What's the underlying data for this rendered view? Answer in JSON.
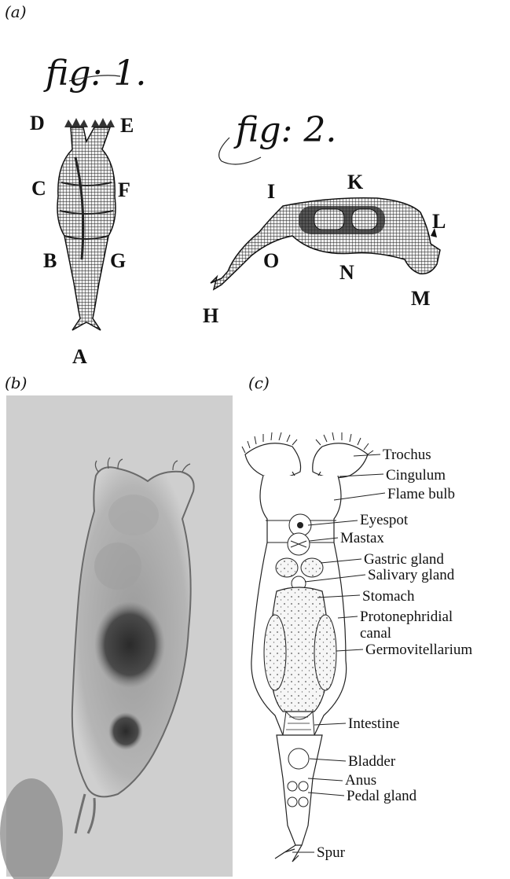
{
  "panels": {
    "a": {
      "letter": "(a)",
      "fig1": {
        "title": "fig: 1.",
        "letters": [
          "D",
          "E",
          "C",
          "F",
          "B",
          "G",
          "A"
        ]
      },
      "fig2": {
        "title": "fig: 2.",
        "letters": [
          "I",
          "K",
          "L",
          "O",
          "N",
          "H",
          "M"
        ]
      }
    },
    "b": {
      "letter": "(b)"
    },
    "c": {
      "letter": "(c)",
      "labels": [
        "Trochus",
        "Cingulum",
        "Flame bulb",
        "Eyespot",
        "Mastax",
        "Gastric gland",
        "Salivary gland",
        "Stomach",
        "Protonephridial",
        "canal",
        "Germovitellarium",
        "Intestine",
        "Bladder",
        "Anus",
        "Pedal gland",
        "Spur"
      ]
    }
  }
}
